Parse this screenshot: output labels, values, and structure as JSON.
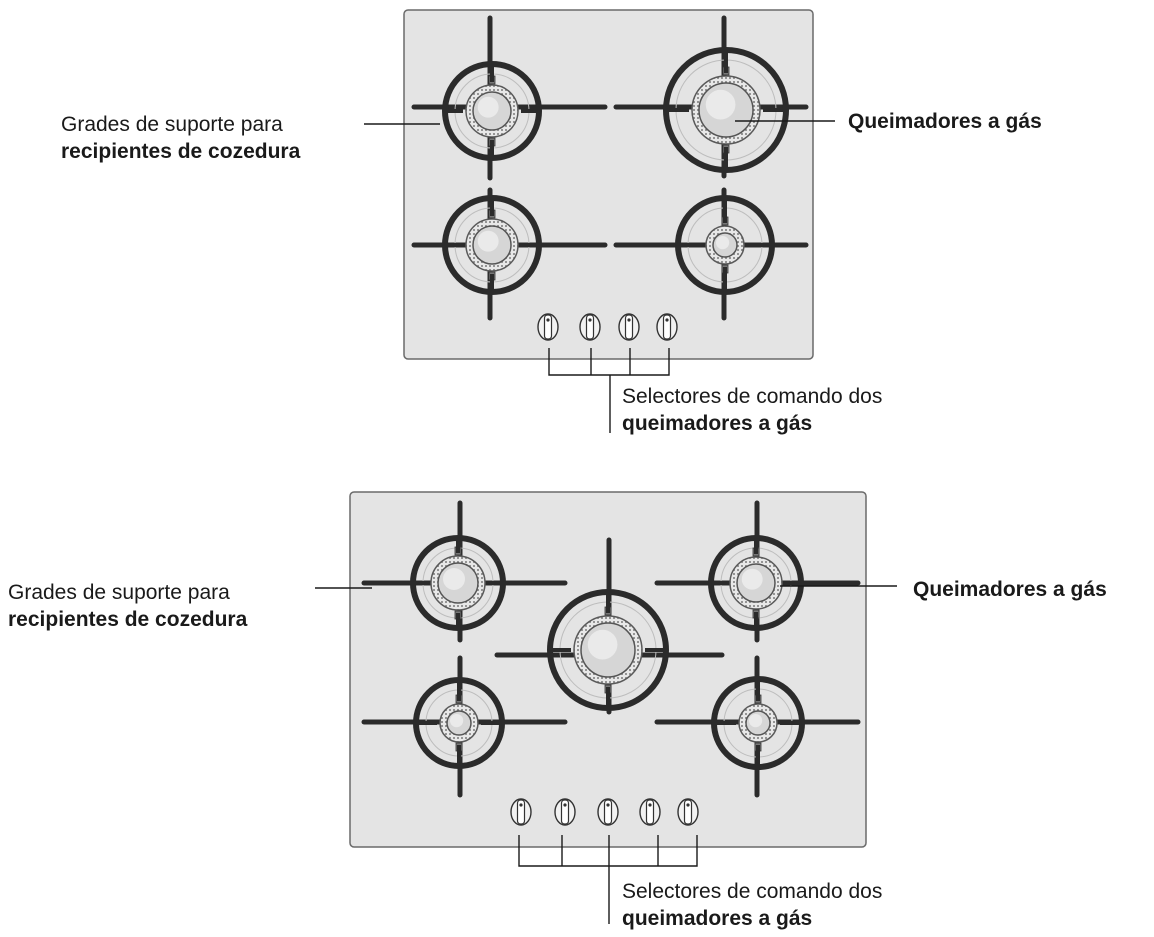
{
  "figures": [
    {
      "id": "four-burner",
      "burner_count": 4,
      "knob_count": 4,
      "labels": {
        "grates": {
          "line1": "Grades de suporte para",
          "line2": "recipientes de cozedura"
        },
        "burners": {
          "line1": "Queimadores a gás"
        },
        "knobs": {
          "line1": "Selectores de comando dos",
          "line2": "queimadores a gás"
        }
      }
    },
    {
      "id": "five-burner",
      "burner_count": 5,
      "knob_count": 5,
      "labels": {
        "grates": {
          "line1": "Grades de suporte para",
          "line2": "recipientes de cozedura"
        },
        "burners": {
          "line1": "Queimadores a gás"
        },
        "knobs": {
          "line1": "Selectores de comando dos",
          "line2": "queimadores a gás"
        }
      }
    }
  ],
  "colors": {
    "panel": "#e4e4e4",
    "panel_border": "#6a6a6a",
    "grate": "#2b2b2b",
    "burner_ring": "#5a5a5a",
    "burner_cap": "#d6d6d6",
    "text": "#1a1a1a"
  }
}
